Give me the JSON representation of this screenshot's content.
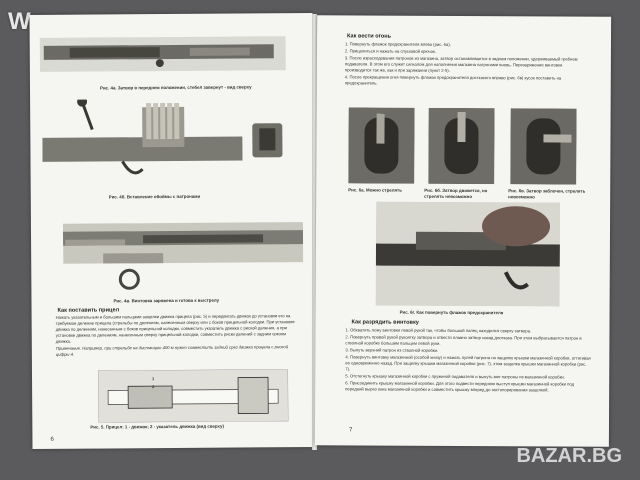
{
  "brand": "Wess",
  "watermark": "BAZAR.BG",
  "left_page": {
    "captions": {
      "fig4a": "Рис. 4а. Затвор в переднем положении, стебел завернут - вид сверху",
      "fig4b": "Рис. 4б. Вставление обоймы с патронами",
      "fig4v": "Рис. 4в. Винтовка заряжена и готова к выстрелу",
      "fig5": "Рис. 5. Прицел: 1 - движок; 2 - указатель движка (вид сверху)"
    },
    "heading": "Как поставить прицел",
    "paragraphs": [
      "Нажать указательным и большим пальцами защелки движка прицела (рис. 5) и передвигать движок до установки его на требуемое деление прицела (стрельбы по делениям, нанесенным сверху или с боков прицельной колодки. При установке движка по делениям, нанесенным с боков прицельной колодки, совместить указатель движка с риской деления, а при установке движка по делениям, нанесенным сверху прицельной колодки, совместить риски делений с задним срезом движка.",
      "Примечание. Например, при стрельбе на дистанцию 400 м нужно совместить задний срез движка прицела с риской цифры 4."
    ],
    "page_number": "6",
    "sight_labels": {
      "label1": "1",
      "label2": "2"
    }
  },
  "right_page": {
    "heading1": "Как вести огонь",
    "paragraphs1": [
      "1. Повернуть флажок предохранителя влево (рис. 6а).",
      "2. Прицелиться и нажать на спусковой крючок.",
      "3. После израсходования патронов из магазина, затвор останавливается в заднем положении, удерживаемый гребнем подавателя. В этом его служит сигналом для наполнения магазина патронами вновь. Перезаряжение винтовки производится так же, как и при заряжании (пункт 2-5).",
      "4. После прекращения огня повернуть флажок предохранителя досткакого вправо (рис. 6в) кусок поставить на предохранитель."
    ],
    "captions": {
      "fig6a": "Рис. 6а. Можно стрелять",
      "fig6b": "Рис. 6б. Затвор движется, но стрелять невозможно",
      "fig6v": "Рис. 6в. Затвор заблочен, стрелять невозможно",
      "fig6g": "Рис. 6г. Как повернуть флажок предохранителя"
    },
    "heading2": "Как разрядить винтовку",
    "paragraphs2": [
      "1. Обхватить ложу винтовки левой рукой так, чтобы большой палец находился сверху затвора.",
      "2. Повернуть правой рукой рукоятку затвора и отвести плавно затвор назад доотказа. При этом выбрасывается патрон в стволной коробке большим пальцем левой руки.",
      "3. Выпуть верхний патрон из стволной коробки.",
      "4. Повернуть винтовку магазинной (особой книзу) и нажать пулей патрона на защелку крышки магазинной коробки, оттягивая ее одновременно назад. При защелку крышки магазинной коробки (рис. 7), этом защелка крышки магазинной коробки (рис. 7).",
      "5. Отстегнуть крышку магазинной коробки с пружиной подавателя и вынуть вое патроны из магазинной коробки.",
      "6. Присоединить крышку магазинной коробки. Для этого подвести переднюю выступ крышки магазинной коробки под передний вырез окна магазинной коробки и совместить крышку вперед до застопорирования защелкой."
    ],
    "page_number": "7"
  }
}
